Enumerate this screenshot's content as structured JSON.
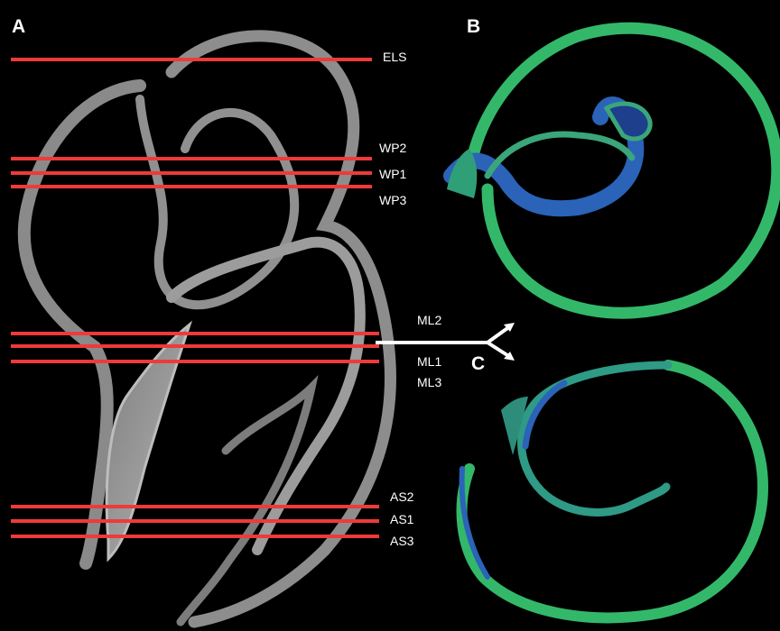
{
  "panels": {
    "a": "A",
    "b": "B",
    "c": "C"
  },
  "cut_lines": [
    {
      "label": "ELS"
    },
    {
      "label": "WP2"
    },
    {
      "label": "WP1"
    },
    {
      "label": "WP3"
    },
    {
      "label": "ML2"
    },
    {
      "label": "ML1"
    },
    {
      "label": "ML3"
    },
    {
      "label": "AS2"
    },
    {
      "label": "AS1"
    },
    {
      "label": "AS3"
    }
  ],
  "colors": {
    "background": "#000000",
    "cut_line": "#ee3a3a",
    "specimen": "#9a9a9a",
    "spiral_outer": "#33b86a",
    "spiral_inner": "#2a63b8",
    "text": "#ffffff",
    "arrow": "#ffffff"
  }
}
